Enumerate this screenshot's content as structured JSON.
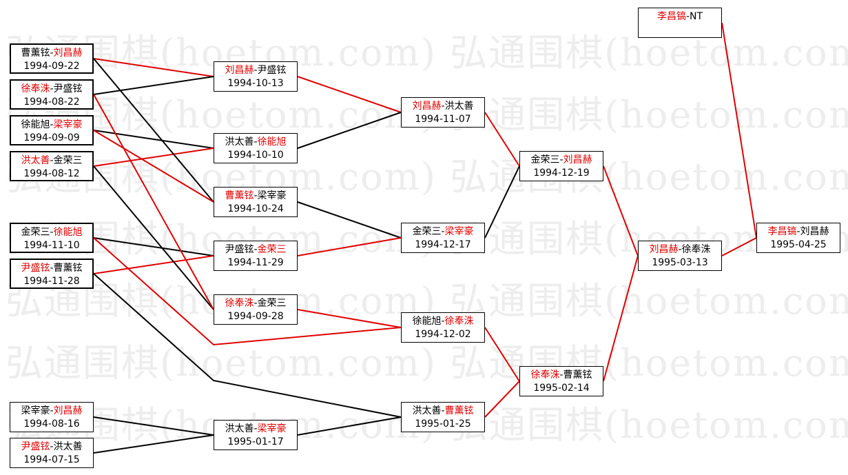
{
  "watermark": "弘通围棋(hoetom.com) 弘通围棋(hoetom.com)",
  "colors": {
    "winner": "#e00000",
    "line_black": "#000000",
    "line_red": "#e00000"
  },
  "matches": [
    {
      "id": "m1",
      "players": [
        "曹薰铉",
        "刘昌赫"
      ],
      "winner": 1,
      "date": "1994-09-22"
    },
    {
      "id": "m2",
      "players": [
        "徐奉洙",
        "尹盛铉"
      ],
      "winner": 0,
      "date": "1994-08-22"
    },
    {
      "id": "m3",
      "players": [
        "徐能旭",
        "梁宰豪"
      ],
      "winner": 1,
      "date": "1994-09-09"
    },
    {
      "id": "m4",
      "players": [
        "洪太善",
        "金荣三"
      ],
      "winner": 0,
      "date": "1994-08-12"
    },
    {
      "id": "m5",
      "players": [
        "金荣三",
        "徐能旭"
      ],
      "winner": 1,
      "date": "1994-11-10"
    },
    {
      "id": "m6",
      "players": [
        "尹盛铉",
        "曹薰铉"
      ],
      "winner": 0,
      "date": "1994-11-28"
    },
    {
      "id": "m7",
      "players": [
        "梁宰豪",
        "刘昌赫"
      ],
      "winner": 1,
      "date": "1994-08-16"
    },
    {
      "id": "m8",
      "players": [
        "尹盛铉",
        "洪太善"
      ],
      "winner": 0,
      "date": "1994-07-15"
    },
    {
      "id": "m9",
      "players": [
        "刘昌赫",
        "尹盛铉"
      ],
      "winner": 0,
      "date": "1994-10-13"
    },
    {
      "id": "m10",
      "players": [
        "洪太善",
        "徐能旭"
      ],
      "winner": 1,
      "date": "1994-10-10"
    },
    {
      "id": "m11",
      "players": [
        "曹薰铉",
        "梁宰豪"
      ],
      "winner": 0,
      "date": "1994-10-24"
    },
    {
      "id": "m12",
      "players": [
        "尹盛铉",
        "金荣三"
      ],
      "winner": 1,
      "date": "1994-11-29"
    },
    {
      "id": "m13",
      "players": [
        "徐奉洙",
        "金荣三"
      ],
      "winner": 0,
      "date": "1994-09-28"
    },
    {
      "id": "m14",
      "players": [
        "洪太善",
        "梁宰豪"
      ],
      "winner": 1,
      "date": "1995-01-17"
    },
    {
      "id": "m15",
      "players": [
        "刘昌赫",
        "洪太善"
      ],
      "winner": 0,
      "date": "1994-11-07"
    },
    {
      "id": "m16",
      "players": [
        "金荣三",
        "梁宰豪"
      ],
      "winner": 1,
      "date": "1994-12-17"
    },
    {
      "id": "m17",
      "players": [
        "徐能旭",
        "徐奉洙"
      ],
      "winner": 1,
      "date": "1994-12-02"
    },
    {
      "id": "m18",
      "players": [
        "洪太善",
        "曹薰铉"
      ],
      "winner": 1,
      "date": "1995-01-25"
    },
    {
      "id": "m19",
      "players": [
        "金荣三",
        "刘昌赫"
      ],
      "winner": 1,
      "date": "1994-12-19"
    },
    {
      "id": "m20",
      "players": [
        "徐奉洙",
        "曹薰铉"
      ],
      "winner": 0,
      "date": "1995-02-14"
    },
    {
      "id": "m21",
      "players": [
        "刘昌赫",
        "徐奉洙"
      ],
      "winner": 0,
      "date": "1995-03-13"
    },
    {
      "id": "m22",
      "players": [
        "李昌镐",
        "NT"
      ],
      "winner": 0,
      "date": ""
    },
    {
      "id": "m23",
      "players": [
        "李昌镐",
        "刘昌赫"
      ],
      "winner": 0,
      "date": "1995-04-25"
    }
  ]
}
